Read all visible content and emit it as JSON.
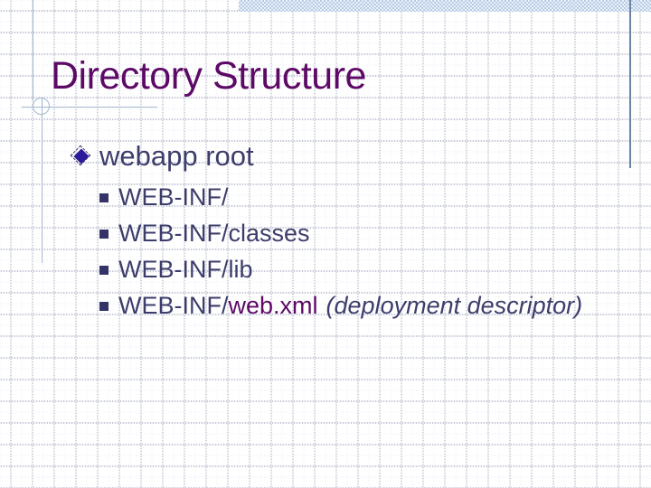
{
  "slide": {
    "title": "Directory Structure",
    "bullet_level1": "webapp root",
    "sub_items": [
      "WEB-INF/",
      "WEB-INF/classes",
      "WEB-INF/lib"
    ],
    "sub_item_last": {
      "prefix": "WEB-INF/",
      "filename": "web.xml",
      "annotation": "(deployment descriptor)"
    },
    "colors": {
      "title_text": "#5d0a66",
      "body_text": "#3d3d6b",
      "filename_text": "#5d0a66",
      "diamond_fill": "#2b1b9a",
      "square_bullet": "#333366",
      "accent_light": "#a4b8cd",
      "accent_dark": "#6b84a6",
      "band_blue": "#b9cde6"
    }
  }
}
